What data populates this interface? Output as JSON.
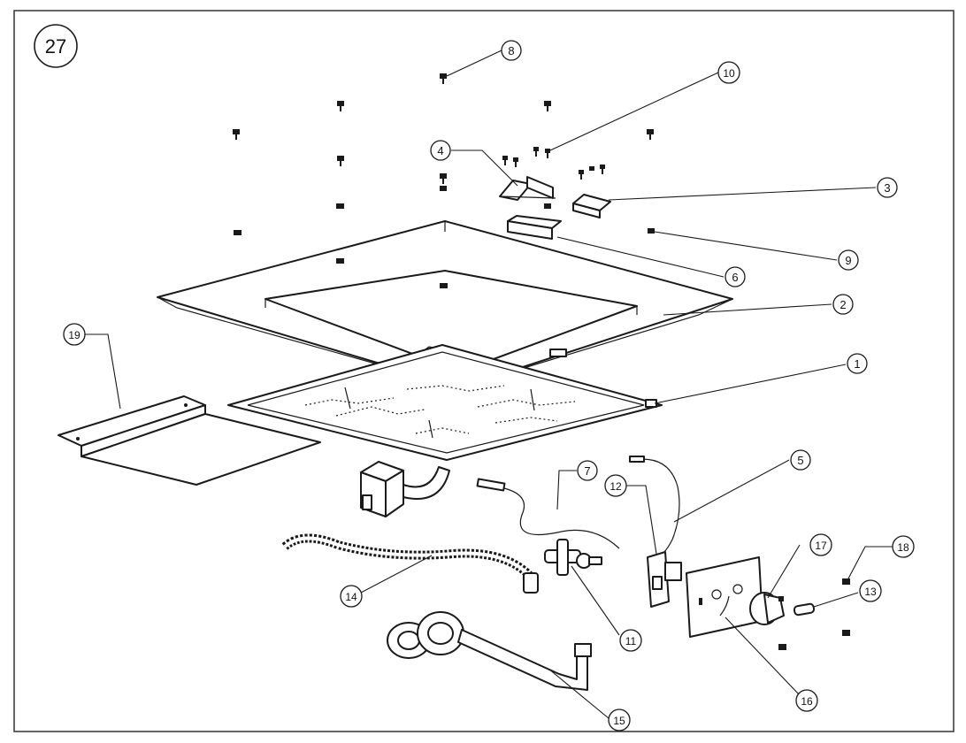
{
  "figure_number": "27",
  "callouts": [
    "1",
    "2",
    "3",
    "4",
    "5",
    "6",
    "7",
    "8",
    "9",
    "10",
    "11",
    "12",
    "13",
    "14",
    "15",
    "16",
    "17",
    "18",
    "19"
  ]
}
